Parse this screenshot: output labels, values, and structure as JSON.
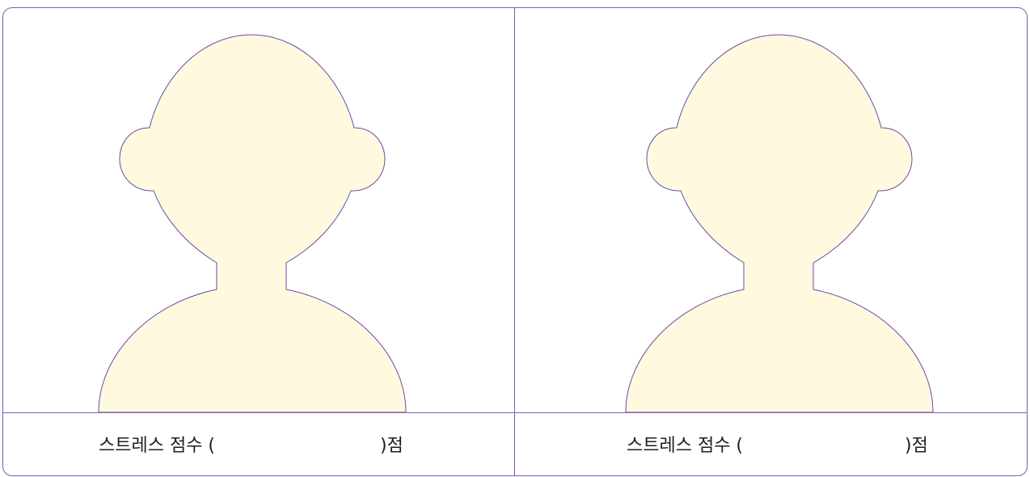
{
  "worksheet": {
    "panels": [
      {
        "score_label_open": "스트레스 점수 (",
        "score_label_close": ")점",
        "figure_icon": "person-silhouette-icon"
      },
      {
        "score_label_open": "스트레스 점수 (",
        "score_label_close": ")점",
        "figure_icon": "person-silhouette-icon"
      }
    ]
  },
  "colors": {
    "frame_line": "#7c5db5",
    "silhouette_fill": "#fffadf",
    "silhouette_outline": "#6a4ca8",
    "label_text": "#1e1e1e"
  }
}
